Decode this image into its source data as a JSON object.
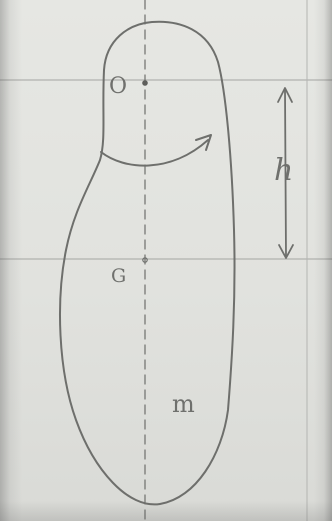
{
  "labels": {
    "pivot": "O",
    "center_of_mass": "G",
    "distance": "h",
    "mass": "m"
  },
  "colors": {
    "paper": "#e3e4e0",
    "pencil": "#6e6f6c",
    "grid_line": "#a4a5a2"
  },
  "icons": {
    "rotation": "curved-arrow-icon",
    "distance": "double-arrow-icon"
  }
}
